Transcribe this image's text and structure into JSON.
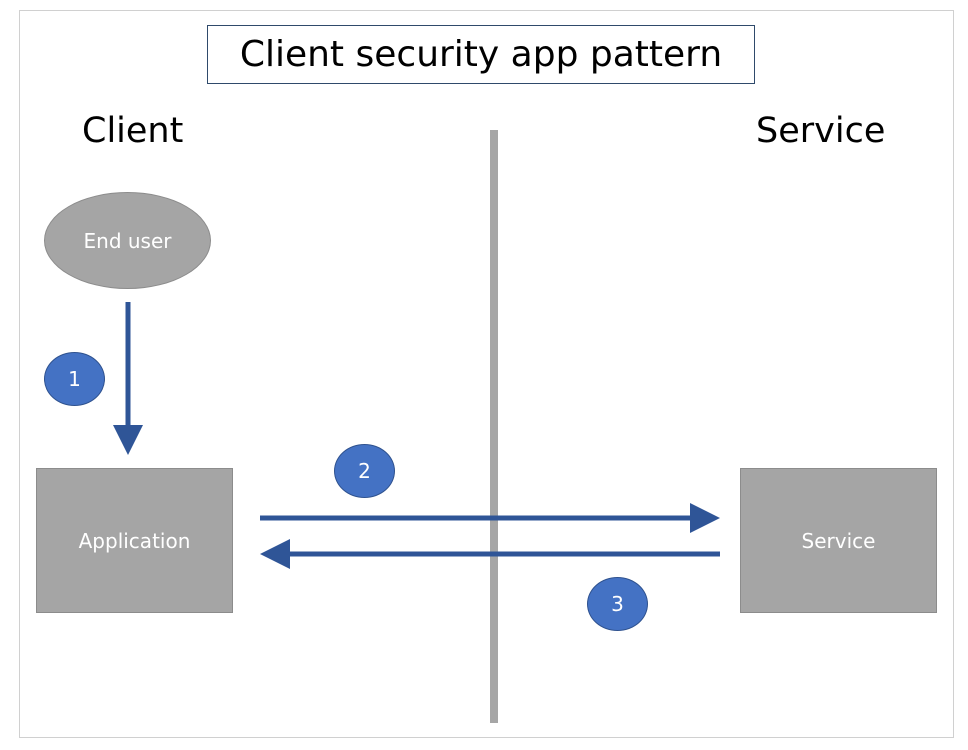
{
  "title": "Client security app pattern",
  "headings": {
    "client": "Client",
    "service": "Service"
  },
  "nodes": {
    "end_user": "End user",
    "application": "Application",
    "service": "Service"
  },
  "steps": {
    "one": "1",
    "two": "2",
    "three": "3"
  },
  "colors": {
    "arrow": "#2f5597",
    "step_fill": "#4472c4",
    "node_fill": "#a5a5a5",
    "divider": "#a6a6a6"
  }
}
